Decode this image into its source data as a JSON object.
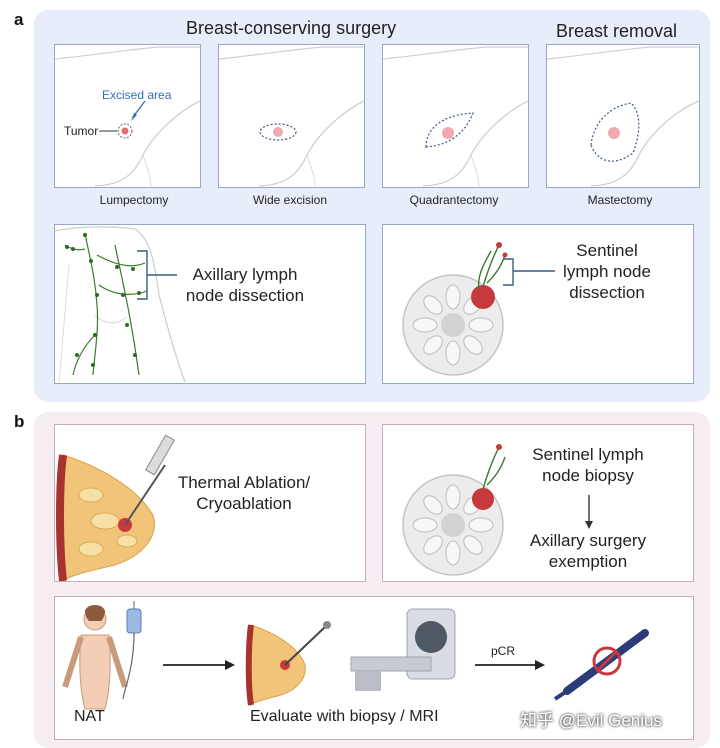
{
  "panel_a": {
    "label": "a",
    "title_conserving": "Breast-conserving surgery",
    "title_removal": "Breast removal",
    "excised_area": "Excised area",
    "tumor": "Tumor",
    "captions": [
      "Lumpectomy",
      "Wide excision",
      "Quadrantectomy",
      "Mastectomy"
    ],
    "axillary_line1": "Axillary lymph",
    "axillary_line2": "node dissection",
    "sentinel_line1": "Sentinel",
    "sentinel_line2": "lymph node",
    "sentinel_line3": "dissection"
  },
  "panel_b": {
    "label": "b",
    "thermal_line1": "Thermal Ablation/",
    "thermal_line2": "Cryoablation",
    "slnb_line1": "Sentinel lymph",
    "slnb_line2": "node biopsy",
    "exempt_line1": "Axillary surgery",
    "exempt_line2": "exemption",
    "nat": "NAT",
    "evaluate": "Evaluate with biopsy / MRI",
    "pcr": "pCR"
  },
  "watermark": "知乎 @Evil Genius",
  "colors": {
    "panel_a_bg": "#e7edfb",
    "panel_b_bg": "#f6eef2",
    "outline_blue": "#9aa6c8",
    "lymph_green": "#3d7a2e",
    "tumor_red": "#c8393d",
    "dashed_line": "#3b5a86",
    "arrow_blue": "#3670b4"
  }
}
